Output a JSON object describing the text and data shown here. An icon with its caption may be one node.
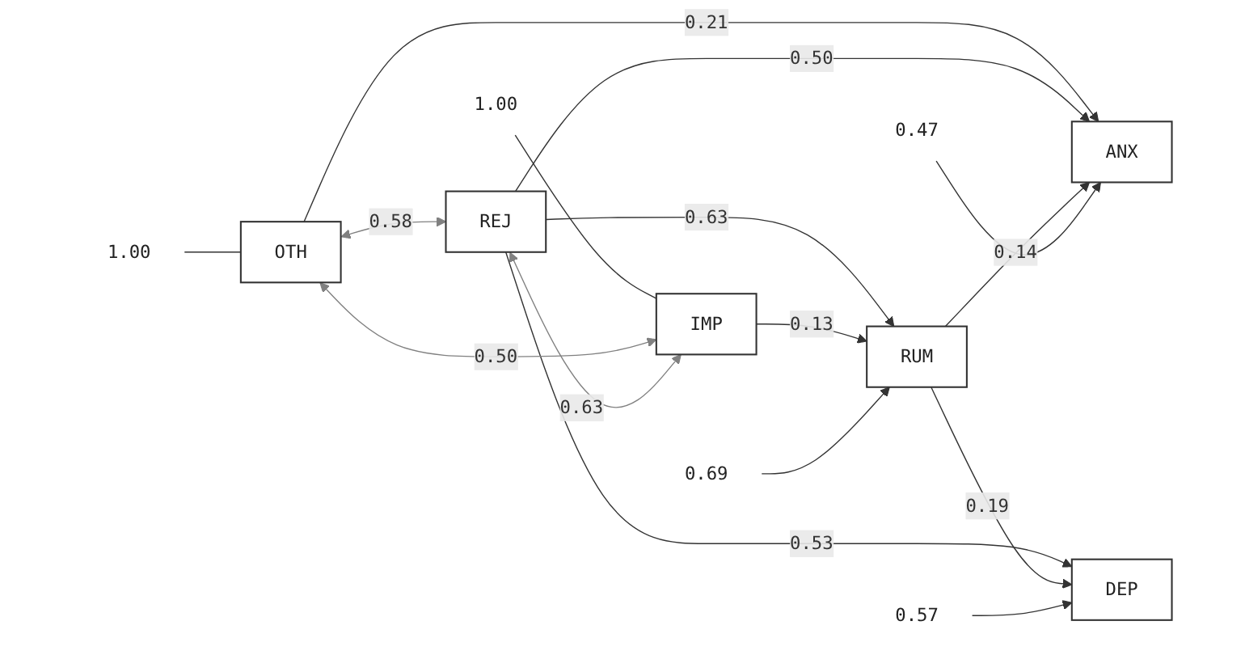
{
  "diagram": {
    "nodes": [
      {
        "text": [
          "1.00"
        ]
      },
      {
        "text": [
          "OTH"
        ]
      },
      {
        "text": [
          "ANX"
        ]
      },
      {
        "text": [
          "0.47"
        ]
      },
      {
        "text": [
          "REJ"
        ]
      },
      {
        "text": [
          "RUM"
        ]
      },
      {
        "text": [
          "0.69"
        ]
      },
      {
        "text": [
          "DEP"
        ]
      },
      {
        "text": [
          "0.57"
        ]
      },
      {
        "text": [
          "1.00"
        ]
      },
      {
        "text": [
          "IMP"
        ]
      }
    ],
    "edges": [
      {
        "from": 0,
        "to": 1,
        "arrow": "none"
      },
      {
        "from": 1,
        "to": 2,
        "label": "0.21",
        "arrow": "to"
      },
      {
        "from": 4,
        "to": 2,
        "label": "0.50",
        "arrow": "to"
      },
      {
        "from": 4,
        "to": 5,
        "label": "0.63",
        "arrow": "to"
      },
      {
        "from": 4,
        "to": 7,
        "label": "0.53",
        "arrow": "to"
      },
      {
        "from": 10,
        "to": 5,
        "label": "0.13",
        "arrow": "to"
      },
      {
        "from": 5,
        "to": 2,
        "label": "0.14",
        "arrow": "to"
      },
      {
        "from": 5,
        "to": 7,
        "label": "0.19",
        "arrow": "to"
      },
      {
        "from": 3,
        "to": 2,
        "arrow": "to"
      },
      {
        "from": 6,
        "to": 5,
        "arrow": "to"
      },
      {
        "from": 8,
        "to": 7,
        "arrow": "to"
      },
      {
        "from": 9,
        "to": 10,
        "arrow": "none"
      },
      {
        "from": 1,
        "to": 4,
        "label": "0.58",
        "arrow": "both",
        "color": "#808080"
      },
      {
        "from": 1,
        "to": 10,
        "label": "0.50",
        "arrow": "both",
        "color": "#808080"
      },
      {
        "from": 4,
        "to": 10,
        "label": "0.63",
        "arrow": "both",
        "color": "#808080"
      }
    ]
  }
}
